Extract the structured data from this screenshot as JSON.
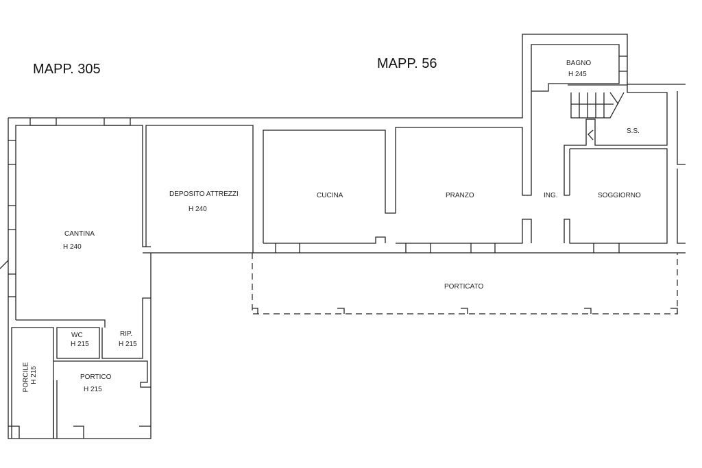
{
  "parcels": {
    "left": "MAPP. 305",
    "right": "MAPP. 56"
  },
  "rooms": {
    "cantina": {
      "name": "CANTINA",
      "height": "H 240"
    },
    "deposito": {
      "name": "DEPOSITO ATTREZZI",
      "height": "H 240"
    },
    "cucina": {
      "name": "CUCINA"
    },
    "pranzo": {
      "name": "PRANZO"
    },
    "ingresso": {
      "name": "ING."
    },
    "soggiorno": {
      "name": "SOGGIORNO"
    },
    "bagno": {
      "name": "BAGNO",
      "height": "H 245"
    },
    "ss": {
      "name": "S.S."
    },
    "porticato": {
      "name": "PORTICATO"
    },
    "wc": {
      "name": "WC",
      "height": "H 215"
    },
    "rip": {
      "name": "RIP.",
      "height": "H 215"
    },
    "portico": {
      "name": "PORTICO",
      "height": "H 215"
    },
    "porcile": {
      "name": "PORCILE",
      "height": "H 215"
    }
  }
}
